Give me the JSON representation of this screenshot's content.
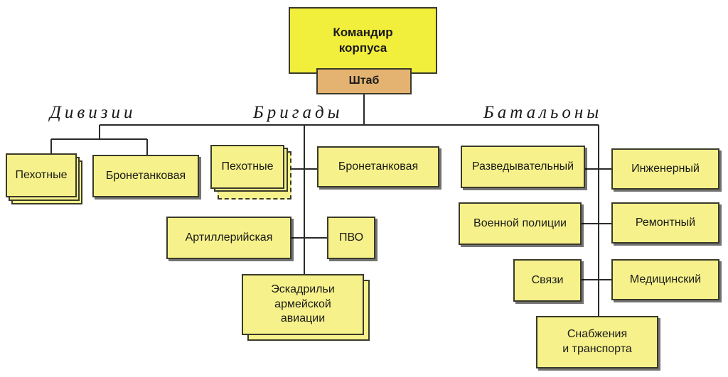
{
  "commander": "Командир\nкорпуса",
  "staff": "Штаб",
  "sections": {
    "divisions": "Дивизии",
    "brigades": "Бригады",
    "battalions": "Батальоны"
  },
  "divisions": {
    "infantry": "Пехотные",
    "armored": "Бронетанковая"
  },
  "brigades": {
    "infantry": "Пехотные",
    "armored": "Бронетанковая",
    "artillery": "Артиллерийская",
    "air_defense": "ПВО",
    "aviation": "Эскадрильи\nармейской\nавиации"
  },
  "battalions": {
    "recon": "Разведывательный",
    "engineer": "Инженерный",
    "military_police": "Военной полиции",
    "repair": "Ремонтный",
    "signals": "Связи",
    "medical": "Медицинский",
    "supply": "Снабжения\nи транспорта"
  }
}
